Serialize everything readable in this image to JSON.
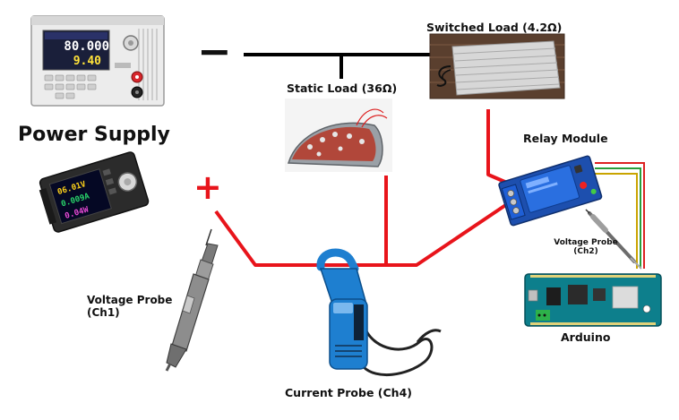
{
  "labels": {
    "power_supply": "Power Supply",
    "switched_load": "Switched Load (4.2Ω)",
    "static_load": "Static Load (36Ω)",
    "relay_module": "Relay Module",
    "voltage_probe_ch2_line1": "Voltage Probe",
    "voltage_probe_ch2_line2": "(Ch2)",
    "voltage_probe_ch1_line1": "Voltage Probe",
    "voltage_probe_ch1_line2": "(Ch1)",
    "arduino": "Arduino",
    "current_probe": "Current Probe (Ch4)"
  },
  "signs": {
    "minus": "−",
    "plus": "+"
  },
  "psu_display": {
    "line1": "80.000",
    "line2": "9.40"
  },
  "small_psu_display": {
    "line1": "06.01V",
    "line2": "0.009A",
    "line3": "0.04W"
  },
  "colors": {
    "positive_wire": "#e8141b",
    "negative_wire": "#000000",
    "probe_blue": "#1e7fd0"
  },
  "icons": [
    "bench-power-supply-icon",
    "dc-buck-module-icon",
    "heating-pad-icon",
    "iron-heating-element-icon",
    "relay-module-icon",
    "arduino-board-icon",
    "voltage-probe-icon",
    "current-clamp-probe-icon"
  ]
}
